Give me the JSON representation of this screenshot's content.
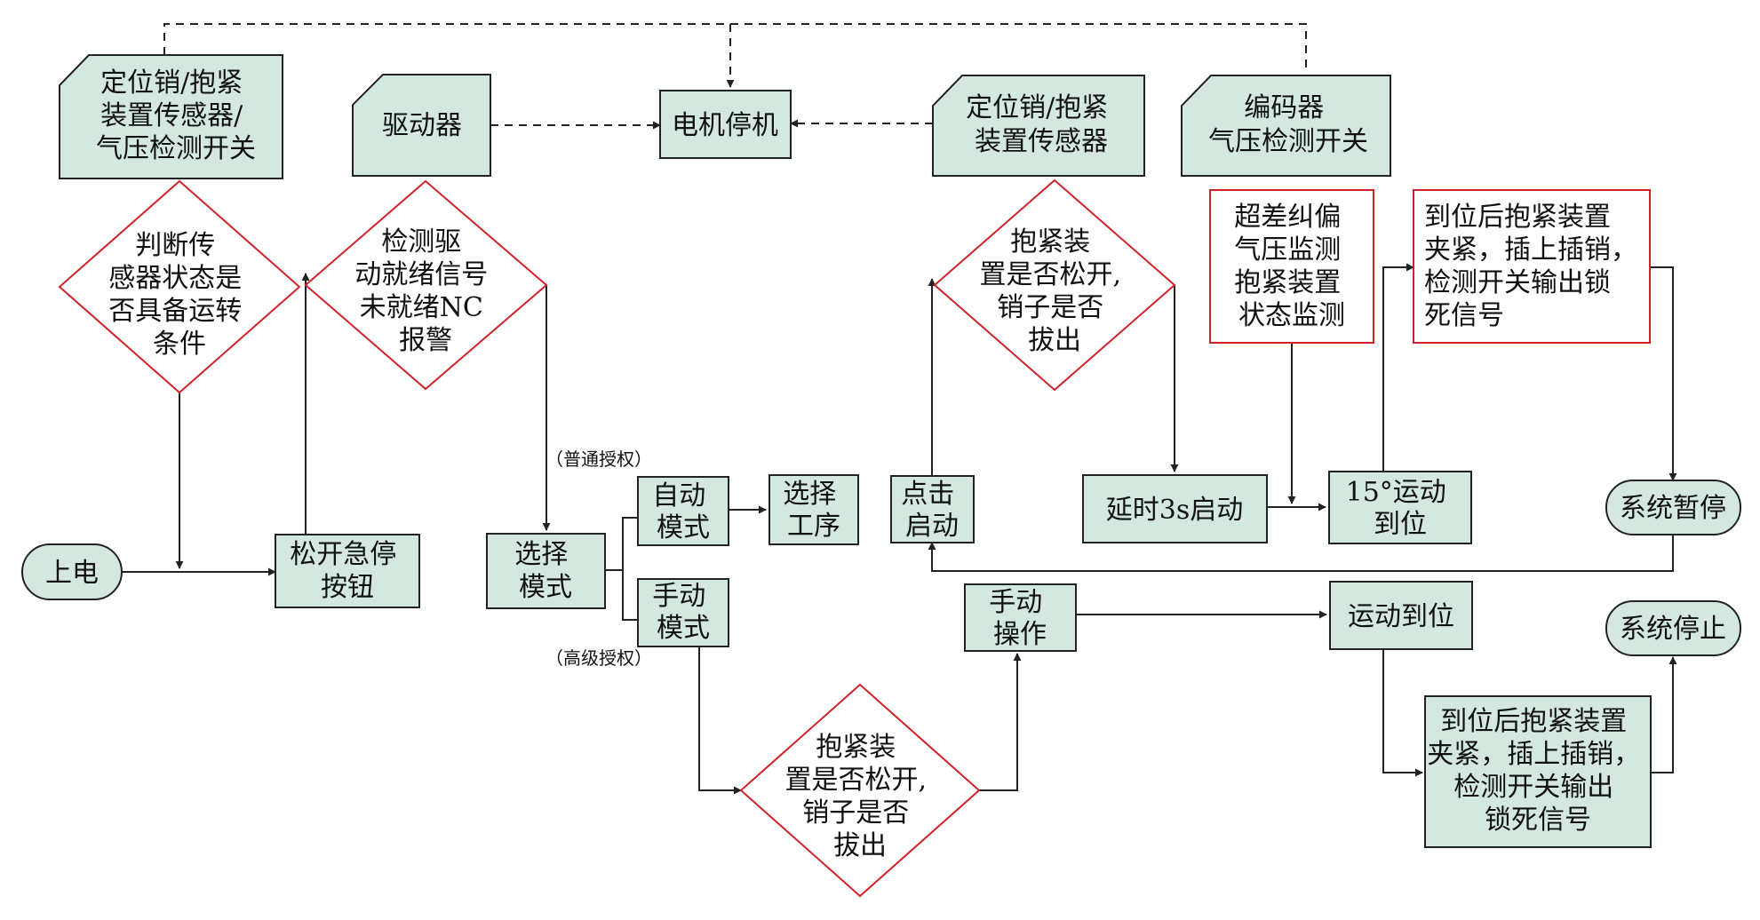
{
  "nodes": {
    "sensor_left": [
      "定位销/抱紧",
      "装置传感器/",
      "气压检测开关"
    ],
    "driver": [
      "驱动器"
    ],
    "motor_stop": [
      "电机停机"
    ],
    "sensor_mid": [
      "定位销/抱紧",
      "装置传感器"
    ],
    "encoder": [
      "编码器",
      "气压检测开关"
    ],
    "check_sensor": [
      "判断传",
      "感器状态是",
      "否具备运转",
      "条件"
    ],
    "check_driver": [
      "检测驱",
      "动就绪信号",
      "未就绪NC",
      "报警"
    ],
    "check_clamp_top": [
      "抱紧装",
      "置是否松开,",
      "销子是否",
      "拔出"
    ],
    "monitor": [
      "超差纠偏",
      "气压监测",
      "抱紧装置",
      "状态监测"
    ],
    "lock_top": [
      "到位后抱紧装置",
      "夹紧，插上插销，",
      "检测开关输出锁",
      "死信号"
    ],
    "power_on": [
      "上电"
    ],
    "release_estop": [
      "松开急停",
      "按钮"
    ],
    "select_mode": [
      "选择",
      "模式"
    ],
    "auto_mode": [
      "自动",
      "模式"
    ],
    "manual_mode": [
      "手动",
      "模式"
    ],
    "select_process": [
      "选择",
      "工序"
    ],
    "jog_start": [
      "点击",
      "启动"
    ],
    "delay_start": [
      "延时3s启动"
    ],
    "move_15": [
      "15°运动",
      "到位"
    ],
    "system_pause": [
      "系统暂停"
    ],
    "manual_op": [
      "手动",
      "操作"
    ],
    "move_done": [
      "运动到位"
    ],
    "system_stop": [
      "系统停止"
    ],
    "lock_bottom": [
      "到位后抱紧装置",
      "夹紧，插上插销，",
      "检测开关输出",
      "锁死信号"
    ],
    "check_clamp_bottom": [
      "抱紧装",
      "置是否松开,",
      "销子是否",
      "拔出"
    ]
  },
  "annotations": {
    "normal_auth": "（普通授权）",
    "advanced_auth": "（高级授权）"
  },
  "colors": {
    "box_fill": "#d4e8e0",
    "decision_border": "#d2232a",
    "line": "#222222"
  }
}
